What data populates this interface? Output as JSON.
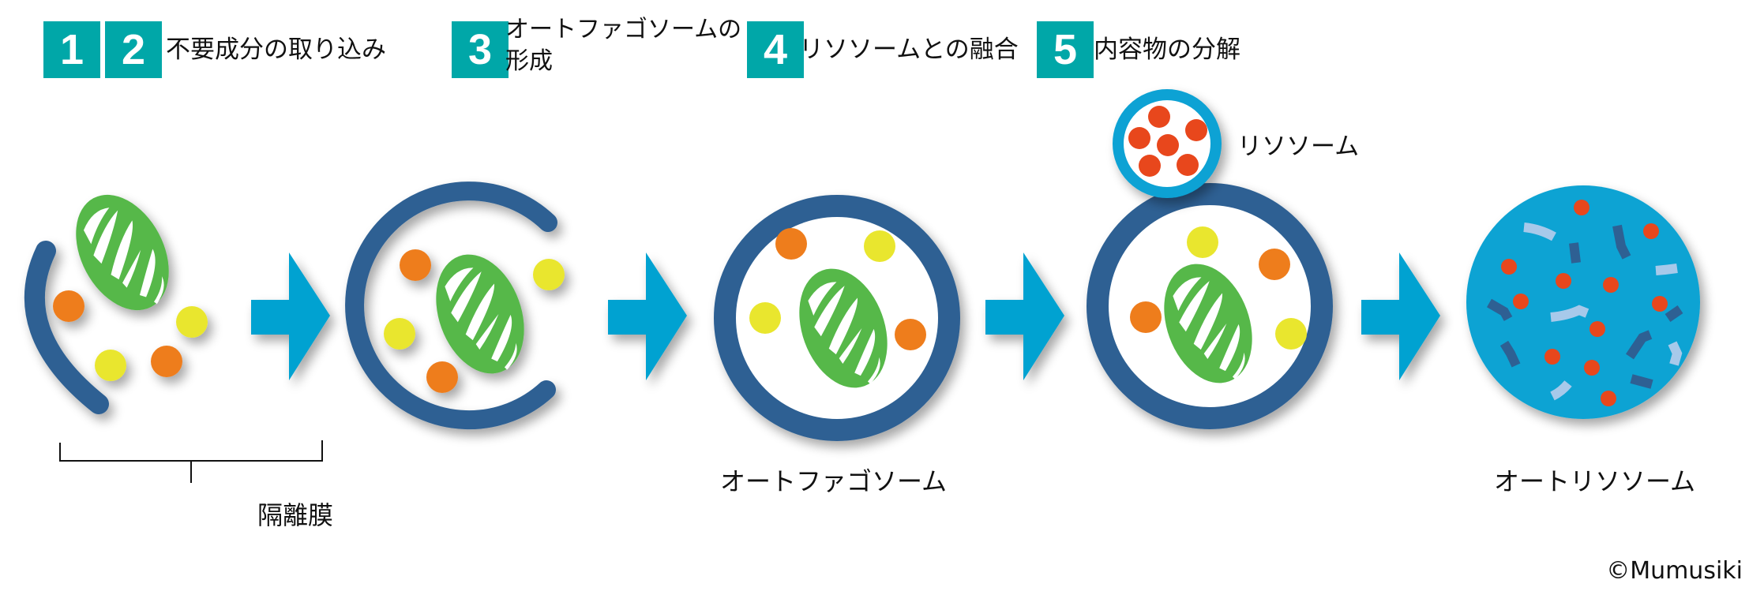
{
  "steps": [
    {
      "number": "1",
      "title": ""
    },
    {
      "number": "2",
      "title": "不要成分の取り込み"
    },
    {
      "number": "3",
      "title_line1": "オートファゴソームの",
      "title_line2": "形成"
    },
    {
      "number": "4",
      "title": "リソソームとの融合"
    },
    {
      "number": "5",
      "title": "内容物の分解"
    }
  ],
  "labels": {
    "isolation_membrane": "隔離膜",
    "autophagosome": "オートファゴソーム",
    "lysosome": "リソソーム",
    "autolysosome": "オートリソソーム"
  },
  "copyright": "©Mumusiki",
  "colors": {
    "badge": "#00a7a8",
    "membrane": "#2d6093",
    "arrow": "#00a2d1",
    "mitochondria": "#56b84a",
    "orange": "#ee7d1f",
    "yellow": "#e9e62e",
    "lysosome_ring": "#0aa2d4",
    "enzyme": "#e8461e",
    "autolysosome_fill": "#0ba3d3",
    "fragment_light": "#a7c9ea"
  }
}
